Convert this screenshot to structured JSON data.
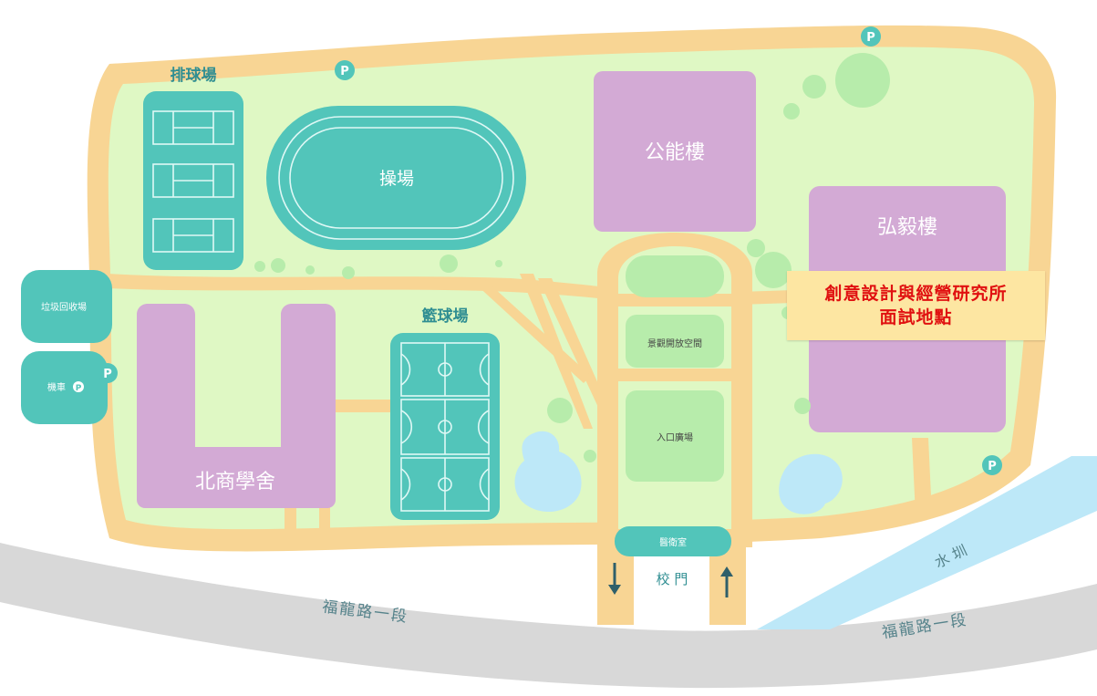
{
  "colors": {
    "road": "#d8d8d8",
    "path": "#f8d594",
    "grass": "#dff8c4",
    "teal": "#52c5ba",
    "purple": "#d3aad5",
    "water": "#bde8f8",
    "light_green": "#b7ecab",
    "label_teal": "#2f8e92",
    "callout_bg": "#fde6a2",
    "callout_text": "#e01010"
  },
  "labels": {
    "volleyball": "排球場",
    "track": "操場",
    "gongneng": "公能樓",
    "hongyi": "弘毅樓",
    "basketball": "籃球場",
    "beishang": "北商學舍",
    "recycle": "垃圾回收場",
    "scooter": "機車",
    "scenic": "景觀開放空間",
    "plaza": "入口廣場",
    "clinic": "醫衛室",
    "gate": "校 門",
    "road_left": "福龍路一段",
    "road_right": "福龍路一段",
    "canal": "水 圳",
    "parking": "P"
  },
  "callout": {
    "line1": "創意設計與經營研究所",
    "line2": "面試地點"
  },
  "icons": {
    "parking": "parking-icon",
    "arrow_out": "arrow-down-icon",
    "arrow_in": "arrow-up-icon"
  }
}
